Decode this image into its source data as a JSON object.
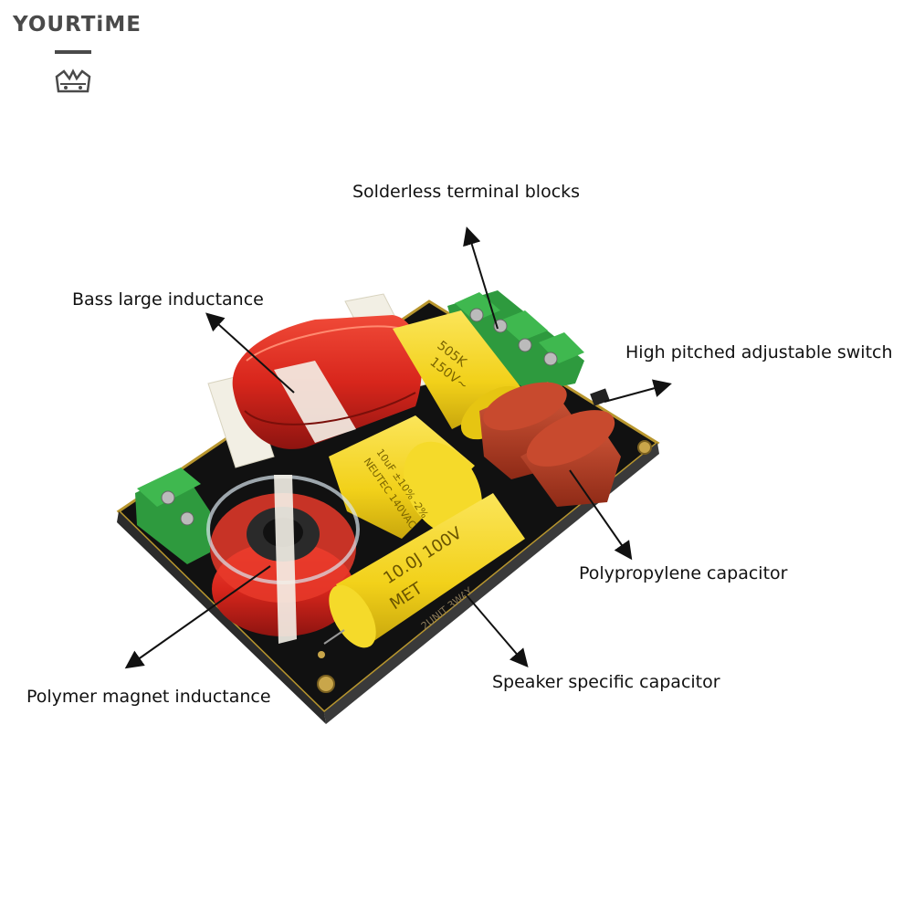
{
  "brand": {
    "name": "YOURTiME",
    "logo_icon": "crown-icon"
  },
  "callouts": {
    "terminal": "Solderless terminal blocks",
    "bass": "Bass large inductance",
    "switch": "High pitched adjustable switch",
    "polypropylene": "Polypropylene capacitor",
    "speaker": "Speaker specific capacitor",
    "polymer": "Polymer magnet inductance"
  },
  "component_markings": {
    "yellow_cap_top_line1": "505K",
    "yellow_cap_top_line2": "150V~",
    "yellow_cap_mid_line1": "10uF ±10% -2%",
    "yellow_cap_mid_line2": "NEUTEC 140VAC",
    "yellow_cap_front_line1": "10.0J 100V",
    "yellow_cap_front_line2": "MET",
    "pcb_print": "2UNIT 3WAY"
  },
  "colors": {
    "pcb": "#1a1a1a",
    "pcb_edge": "#b8962e",
    "copper_coil": "#d8261c",
    "yellow_cap": "#f2d11a",
    "red_cap": "#b8361f",
    "terminal_green": "#2e9a3e",
    "bobbin": "#f2efe4"
  }
}
